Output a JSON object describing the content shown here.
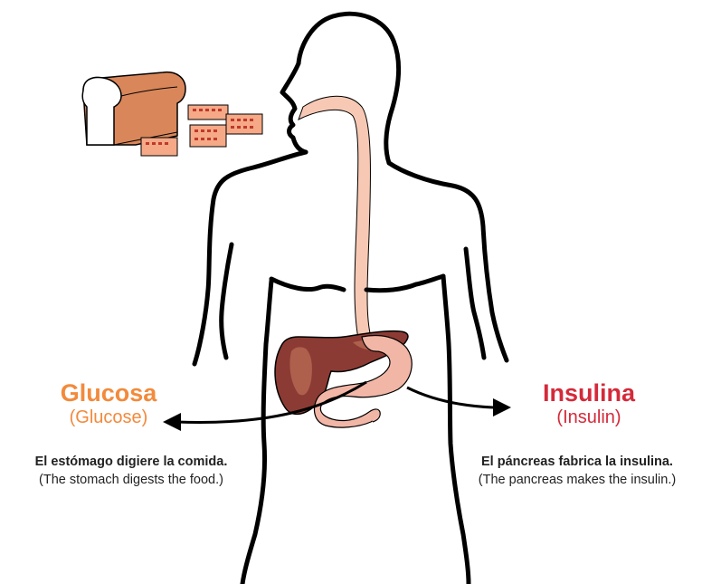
{
  "colors": {
    "glucose": "#f28a3c",
    "insulin": "#d42a3a",
    "outline": "#000000",
    "esophagus": "#f7c9b4",
    "liver": "#8c3b34",
    "liver_highlight": "#c47a5f",
    "stomach": "#f2b6a6",
    "bread_crust": "#d9875a",
    "bread_slice": "#ffffff",
    "bread_cube": "#f5a987"
  },
  "icons": {
    "bread": "bread-loaf-icon",
    "cubes": "glucose-cubes-icon",
    "arrow_left": "arrow-left-icon",
    "arrow_right": "arrow-right-icon"
  },
  "glucose": {
    "title": "Glucosa",
    "subtitle": "(Glucose)",
    "desc_es": "El estómago digiere la comida.",
    "desc_en": "(The stomach digests the food.)"
  },
  "insulin": {
    "title": "Insulina",
    "subtitle": "(Insulin)",
    "desc_es": "El páncreas fabrica la insulina.",
    "desc_en": "(The pancreas makes the insulin.)"
  }
}
